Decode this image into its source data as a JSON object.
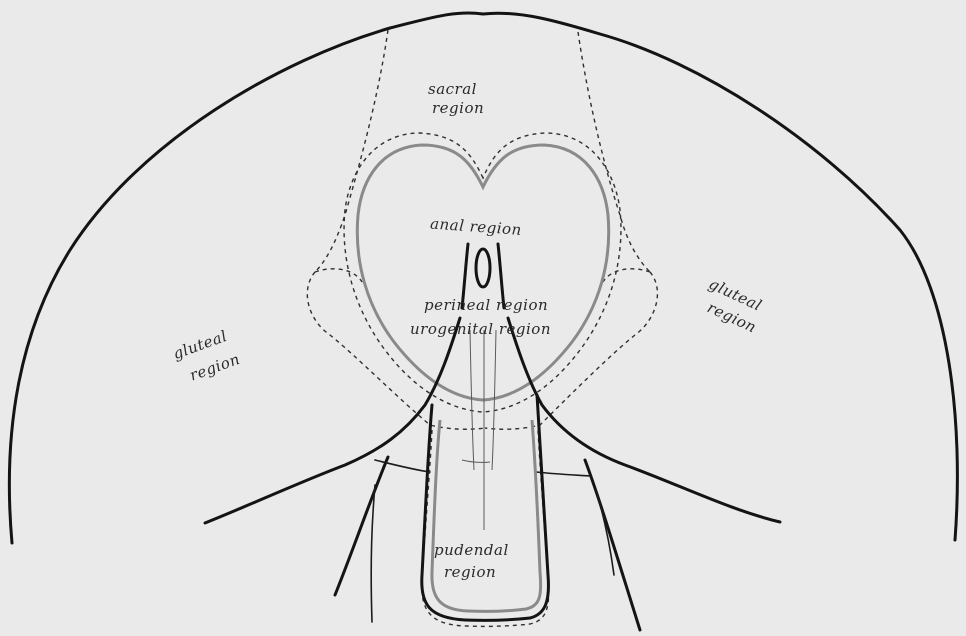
{
  "labels": {
    "sacral": [
      "sacral",
      "region"
    ],
    "anal": "anal region",
    "perineal": "perineal region",
    "urogenital": "urogenital region",
    "gluteal_left": [
      "gluteal",
      "region"
    ],
    "gluteal_right": [
      "gluteal",
      "region"
    ],
    "pudendal": [
      "pudendal",
      "region"
    ]
  },
  "colors": {
    "background": "#eaeaea",
    "outline": "#141414",
    "region_border": "#8a8a8a"
  }
}
